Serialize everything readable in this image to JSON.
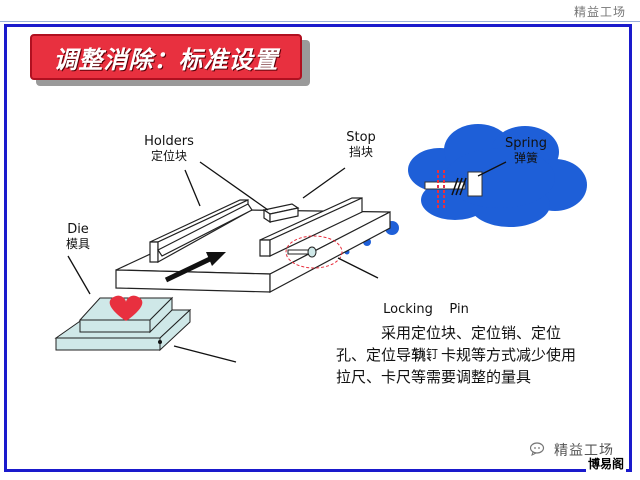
{
  "header": {
    "brand": "精益工场"
  },
  "title": "调整消除：标准设置",
  "labels": {
    "holders": {
      "en": "Holders",
      "zh": "定位块"
    },
    "stop": {
      "en": "Stop",
      "zh": "挡块"
    },
    "spring": {
      "en": "Spring",
      "zh": "弹簧"
    },
    "die": {
      "en": "Die",
      "zh": "模具"
    },
    "locking_pin": {
      "en": "Locking    Pin",
      "zh": "锁钉"
    }
  },
  "description": "采用定位块、定位销、定位孔、定位导轨、卡规等方式减少使用拉尺、卡尺等需要调整的量具",
  "watermark": {
    "text": "精益工场"
  },
  "stamp": "博易阁",
  "colors": {
    "frame": "#1a1acc",
    "title_bg": "#e8303f",
    "cloud": "#1e5fd8",
    "heart": "#e8303f",
    "base_plate": "#cfe8e8"
  }
}
